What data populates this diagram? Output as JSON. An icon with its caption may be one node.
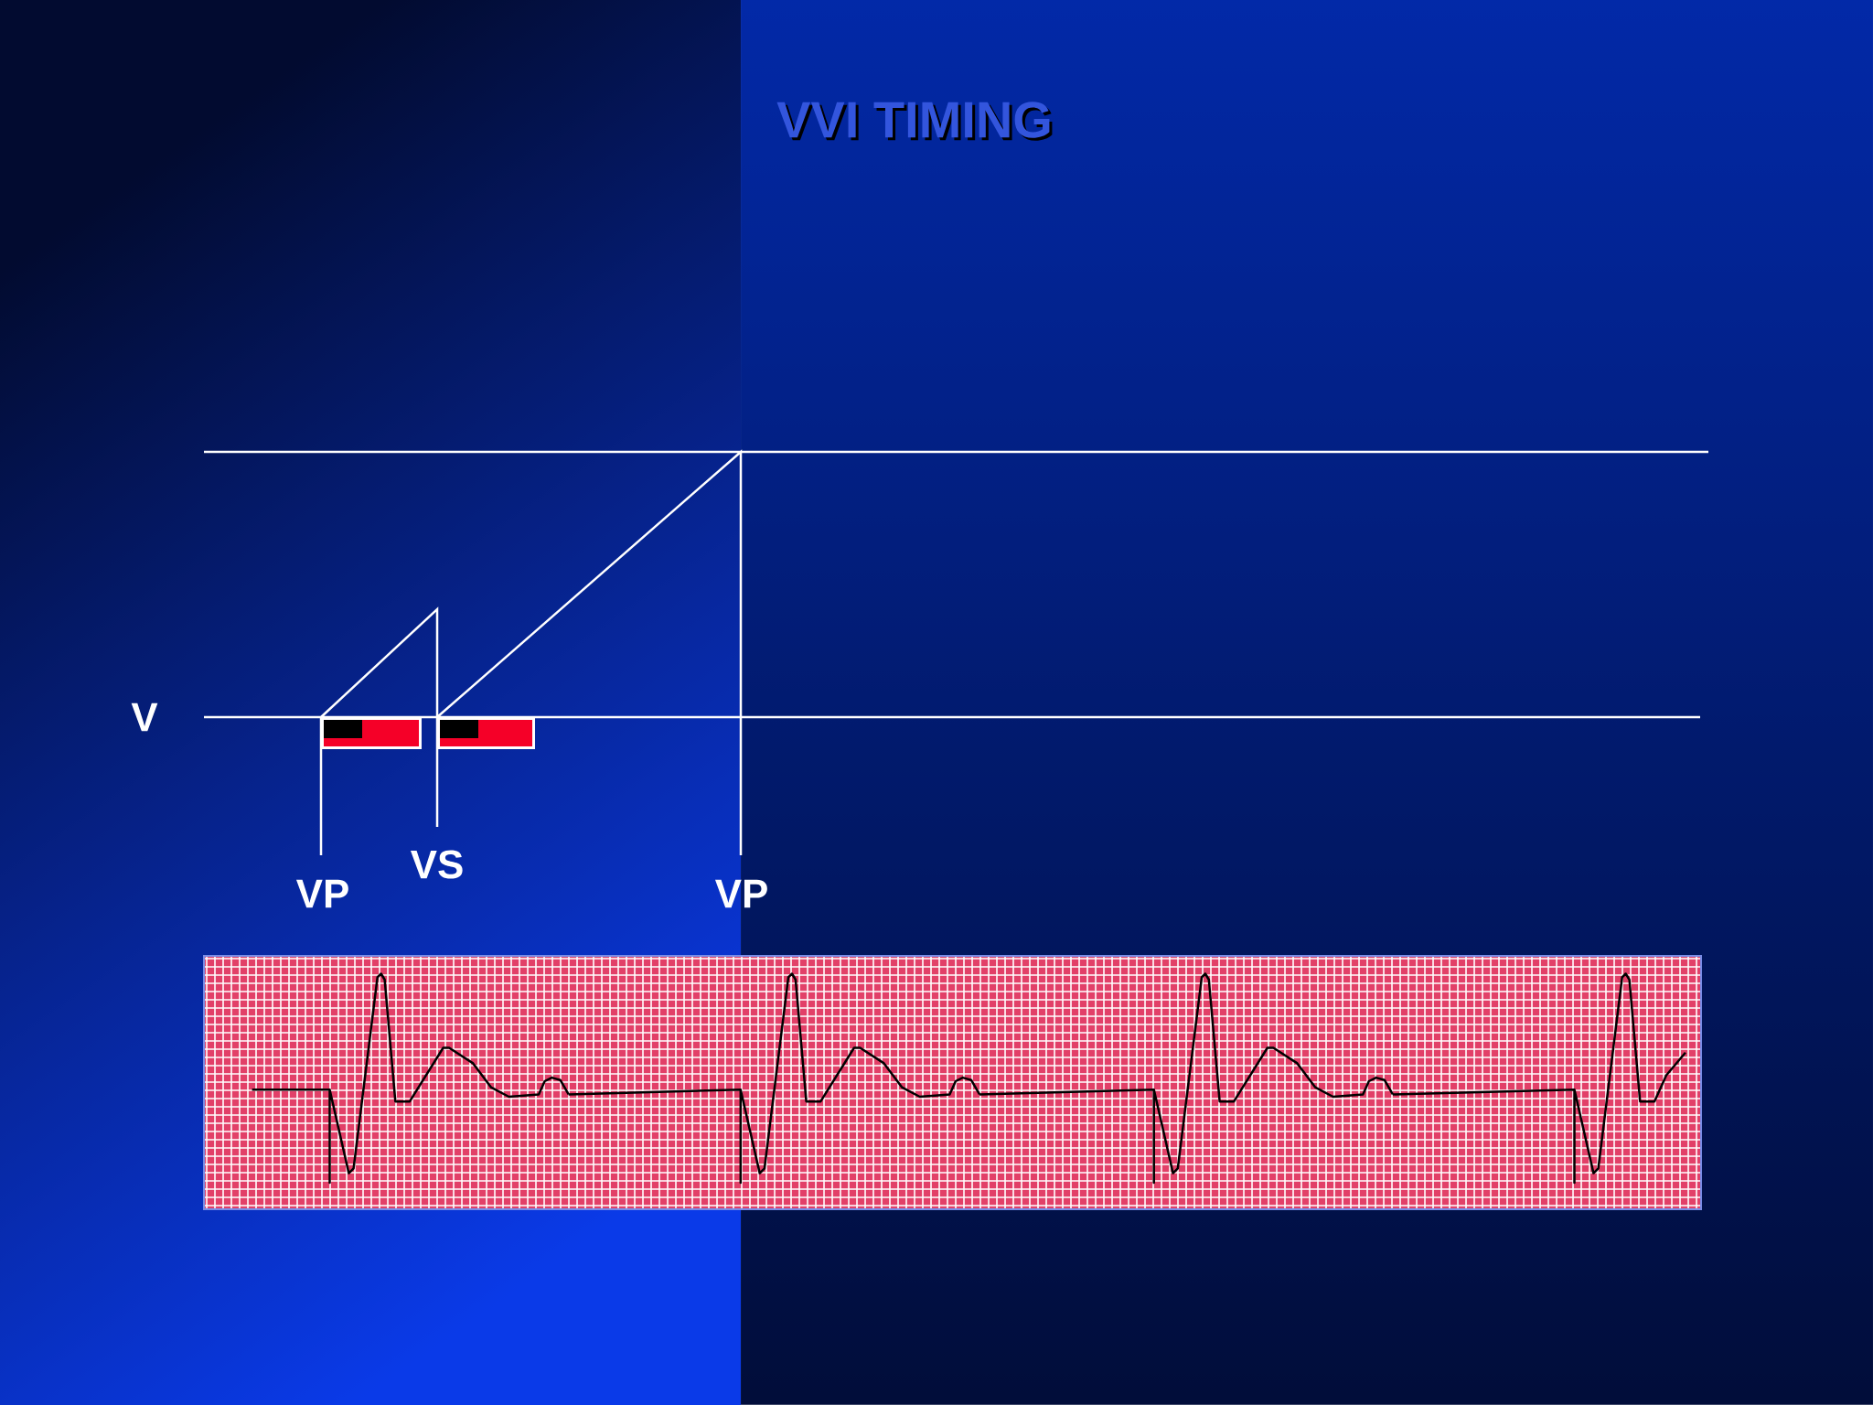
{
  "diagram": {
    "title": "VVI  TIMING",
    "labels": [
      "V",
      "VS",
      "VP",
      "VP"
    ]
  }
}
